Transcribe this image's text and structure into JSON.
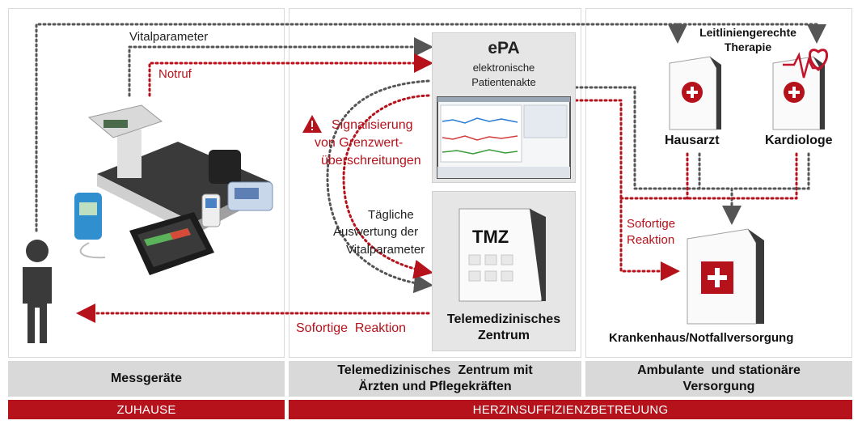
{
  "colors": {
    "accent_red": "#b5121b",
    "dotted_gray": "#555555",
    "footer_gray": "#d9d9d9"
  },
  "flow_labels": {
    "vitalparameter": "Vitalparameter",
    "notruf": "Notruf",
    "signalisierung": [
      "Signalisierung",
      "von Grenzwert-",
      "überschreitungen"
    ],
    "taegliche": [
      "Tägliche",
      "Auswertung der",
      "Vitalparameter"
    ],
    "sofortige_reaktion_left": "Sofortige  Reaktion",
    "sofortige_reaktion_right": [
      "Sofortige",
      "Reaktion"
    ]
  },
  "epa": {
    "title": "ePA",
    "subtitle": [
      "elektronische",
      "Patientenakte"
    ]
  },
  "tmz": {
    "building_label": "TMZ",
    "caption": [
      "Telemedizinisches",
      "Zentrum"
    ]
  },
  "right": {
    "therapy": [
      "Leitliniengerechte",
      "Therapie"
    ],
    "hausarzt": "Hausarzt",
    "kardiologe": "Kardiologe",
    "krankenhaus": "Krankenhaus/Notfallversorgung"
  },
  "footer": {
    "left": "Messgeräte",
    "middle": [
      "Telemedizinisches  Zentrum mit",
      "Ärzten und Pflegekräften"
    ],
    "right": [
      "Ambulante  und stationäre",
      "Versorgung"
    ]
  },
  "redbar": {
    "left": "ZUHAUSE",
    "right": "HERZINSUFFIZIENZBETREUUNG"
  },
  "icons": [
    "person-icon",
    "medical-devices-icon",
    "warning-triangle-icon",
    "hospital-building-icon",
    "heart-icon",
    "monitor-screenshot-icon"
  ]
}
